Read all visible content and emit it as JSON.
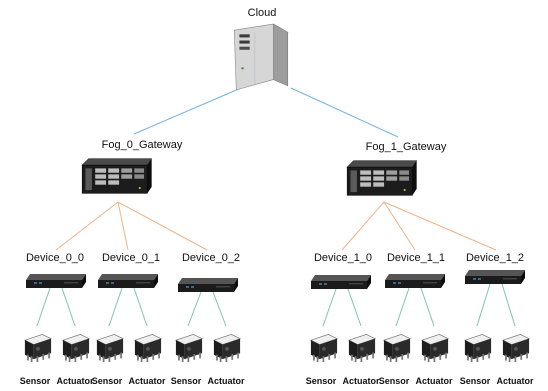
{
  "cloud": {
    "label": "Cloud",
    "icon": "server-tower-icon"
  },
  "gateways": [
    {
      "label": "Fog_0_Gateway",
      "icon": "rack-server-icon",
      "devices": [
        {
          "label": "Device_0_0",
          "icon": "network-device-icon",
          "sensor_label": "Sensor",
          "actuator_label": "Actuator"
        },
        {
          "label": "Device_0_1",
          "icon": "network-device-icon",
          "sensor_label": "Sensor",
          "actuator_label": "Actuator"
        },
        {
          "label": "Device_0_2",
          "icon": "network-device-icon",
          "sensor_label": "Sensor",
          "actuator_label": "Actuator"
        }
      ]
    },
    {
      "label": "Fog_1_Gateway",
      "icon": "rack-server-icon",
      "devices": [
        {
          "label": "Device_1_0",
          "icon": "network-device-icon",
          "sensor_label": "Sensor",
          "actuator_label": "Actuator"
        },
        {
          "label": "Device_1_1",
          "icon": "network-device-icon",
          "sensor_label": "Sensor",
          "actuator_label": "Actuator"
        },
        {
          "label": "Device_1_2",
          "icon": "network-device-icon",
          "sensor_label": "Sensor",
          "actuator_label": "Actuator"
        }
      ]
    }
  ],
  "link_colors": {
    "cloud_to_gateway": "#6fb3df",
    "gateway_to_device": "#f0b387",
    "device_to_leaf": "#7bc6a8"
  }
}
